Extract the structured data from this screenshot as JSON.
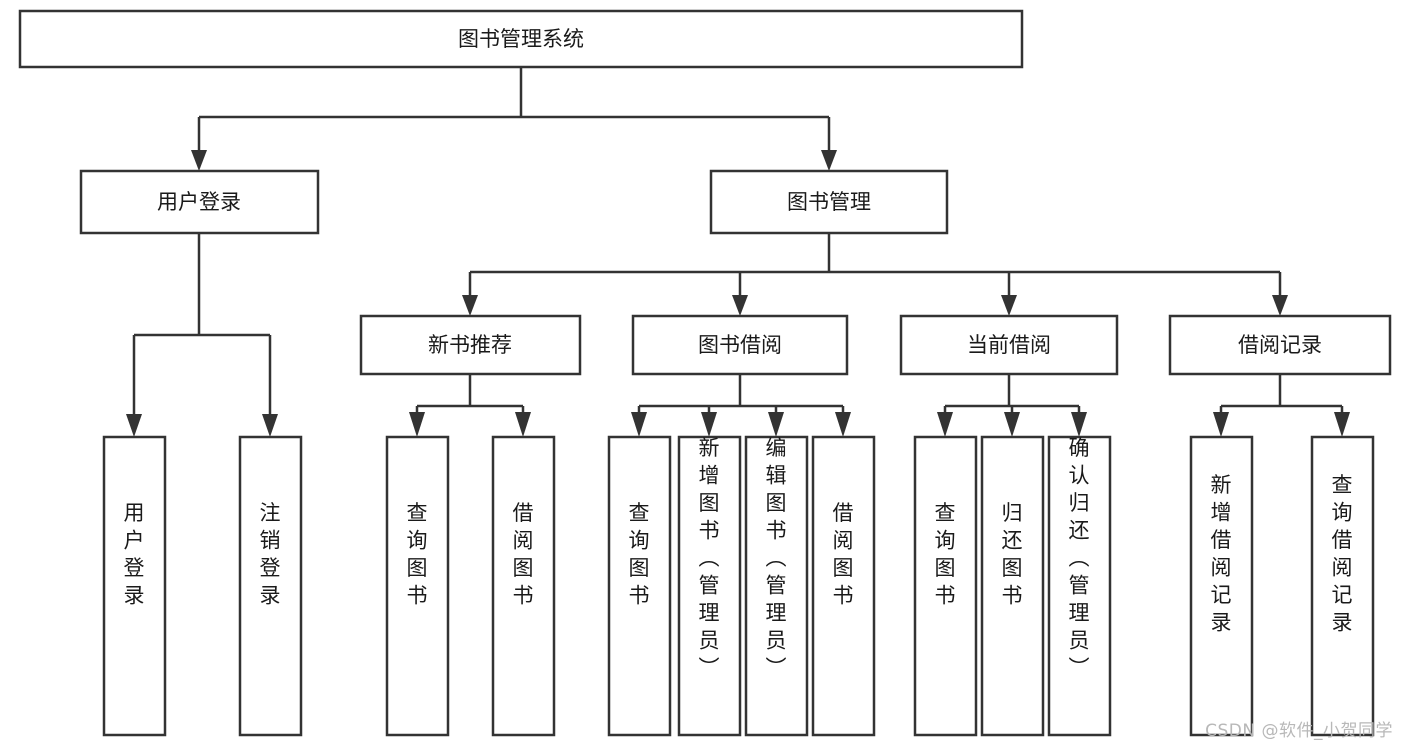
{
  "diagram": {
    "type": "tree-hierarchy-flowchart",
    "title": "图书管理系统",
    "watermark": "CSDN @软件_小贺同学",
    "colors": {
      "background": "#ffffff",
      "box_stroke": "#333333",
      "box_fill": "#ffffff",
      "text": "#1a1a1a",
      "watermark": "#b8b8b8"
    },
    "levels": {
      "root": {
        "label": "图书管理系统",
        "orientation": "horizontal"
      },
      "level2": [
        {
          "label": "用户登录",
          "orientation": "horizontal"
        },
        {
          "label": "图书管理",
          "orientation": "horizontal"
        }
      ],
      "level3": [
        {
          "label": "新书推荐",
          "orientation": "horizontal"
        },
        {
          "label": "图书借阅",
          "orientation": "horizontal"
        },
        {
          "label": "当前借阅",
          "orientation": "horizontal"
        },
        {
          "label": "借阅记录",
          "orientation": "horizontal"
        }
      ],
      "leaves": {
        "user_login": [
          {
            "label": "用户登录",
            "orientation": "vertical"
          },
          {
            "label": "注销登录",
            "orientation": "vertical"
          }
        ],
        "new_book_recommend": [
          {
            "label": "查询图书",
            "orientation": "vertical"
          },
          {
            "label": "借阅图书",
            "orientation": "vertical"
          }
        ],
        "book_borrow": [
          {
            "label": "查询图书",
            "orientation": "vertical"
          },
          {
            "label": "新增图书（管理员）",
            "orientation": "vertical"
          },
          {
            "label": "编辑图书（管理员）",
            "orientation": "vertical"
          },
          {
            "label": "借阅图书",
            "orientation": "vertical"
          }
        ],
        "current_borrow": [
          {
            "label": "查询图书",
            "orientation": "vertical"
          },
          {
            "label": "归还图书",
            "orientation": "vertical"
          },
          {
            "label": "确认归还（管理员）",
            "orientation": "vertical"
          }
        ],
        "borrow_record": [
          {
            "label": "新增借阅记录",
            "orientation": "vertical"
          },
          {
            "label": "查询借阅记录",
            "orientation": "vertical"
          }
        ]
      }
    }
  }
}
